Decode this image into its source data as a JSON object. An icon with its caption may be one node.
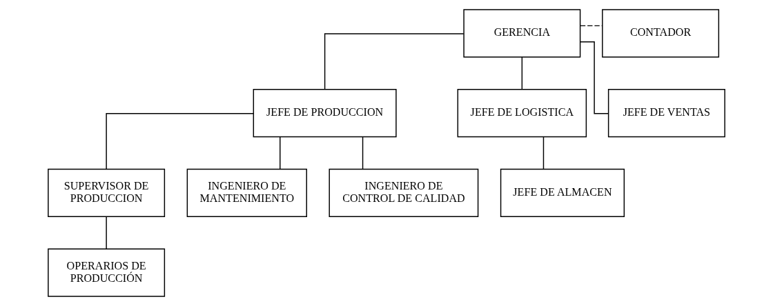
{
  "diagram": {
    "nodes": [
      {
        "text": [
          "GERENCIA"
        ]
      },
      {
        "text": [
          "CONTADOR"
        ]
      },
      {
        "text": [
          "JEFE DE PRODUCCION"
        ]
      },
      {
        "text": [
          "JEFE DE LOGISTICA"
        ]
      },
      {
        "text": [
          "JEFE DE VENTAS"
        ]
      },
      {
        "text": [
          "SUPERVISOR DE PRODUCCION"
        ]
      },
      {
        "text": [
          "INGENIERO DE MANTENIMIENTO"
        ]
      },
      {
        "text": [
          "INGENIERO DE CONTROL DE CALIDAD"
        ]
      },
      {
        "text": [
          "JEFE DE ALMACEN"
        ]
      },
      {
        "text": [
          "OPERARIOS DE PRODUCCIÓN"
        ]
      }
    ],
    "edges": [
      {
        "from": 0,
        "to": 1,
        "arrow": "none",
        "style": "dashed"
      },
      {
        "from": 0,
        "to": 2,
        "arrow": "none"
      },
      {
        "from": 0,
        "to": 3,
        "arrow": "none"
      },
      {
        "from": 0,
        "to": 4,
        "arrow": "none"
      },
      {
        "from": 2,
        "to": 5,
        "arrow": "none"
      },
      {
        "from": 2,
        "to": 6,
        "arrow": "none"
      },
      {
        "from": 2,
        "to": 7,
        "arrow": "none"
      },
      {
        "from": 3,
        "to": 8,
        "arrow": "none"
      },
      {
        "from": 5,
        "to": 9,
        "arrow": "none"
      }
    ]
  }
}
